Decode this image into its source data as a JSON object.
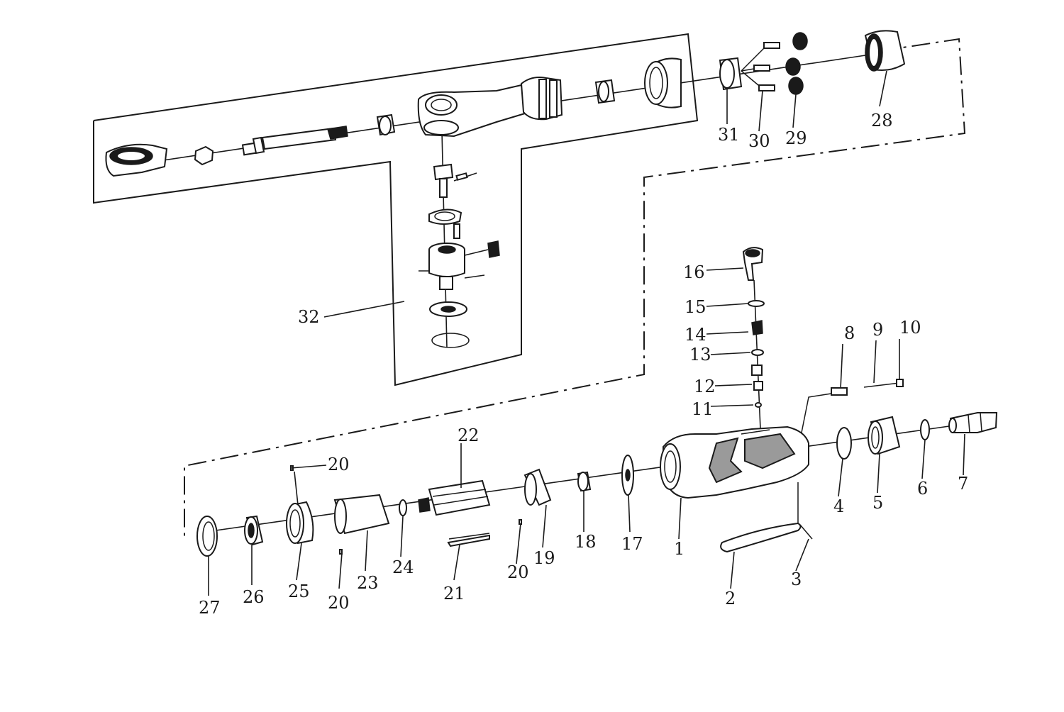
{
  "diagram": {
    "type": "exploded parts diagram",
    "callouts": [
      "1",
      "2",
      "3",
      "4",
      "5",
      "6",
      "7",
      "8",
      "9",
      "10",
      "11",
      "12",
      "13",
      "14",
      "15",
      "16",
      "17",
      "18",
      "19",
      "20",
      "20",
      "20",
      "21",
      "22",
      "23",
      "24",
      "25",
      "26",
      "27",
      "28",
      "29",
      "30",
      "31",
      "32"
    ]
  }
}
